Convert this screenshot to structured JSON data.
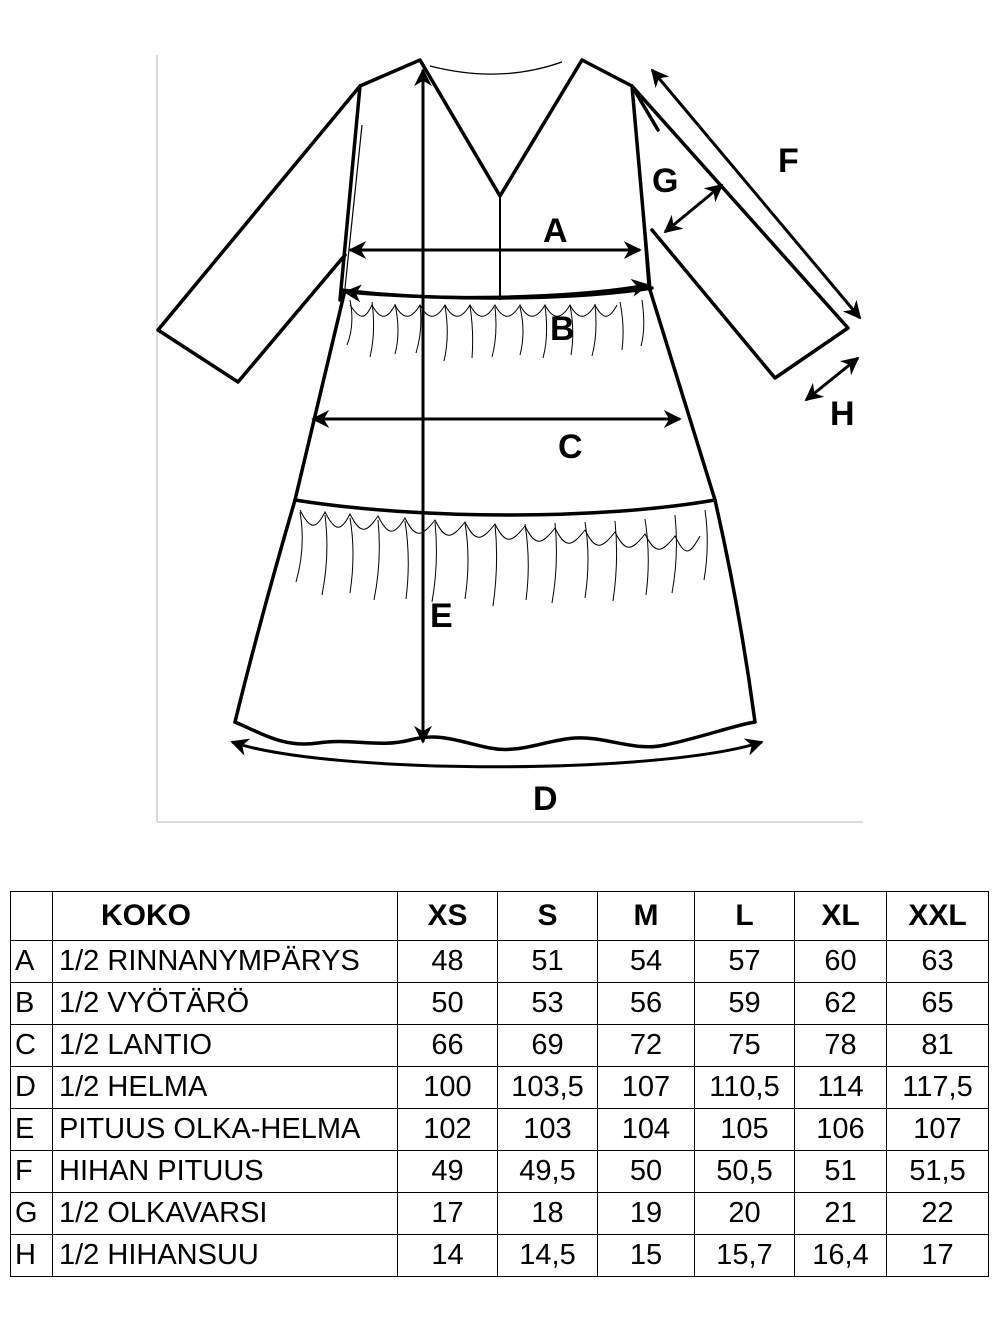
{
  "diagram": {
    "letters": {
      "a": "A",
      "b": "B",
      "c": "C",
      "d": "D",
      "e": "E",
      "f": "F",
      "g": "G",
      "h": "H"
    }
  },
  "table": {
    "header_label": "KOKO",
    "sizes": [
      "XS",
      "S",
      "M",
      "L",
      "XL",
      "XXL"
    ],
    "rows": [
      {
        "key": "A",
        "label": "1/2 RINNANYMPÄRYS",
        "values": [
          "48",
          "51",
          "54",
          "57",
          "60",
          "63"
        ]
      },
      {
        "key": "B",
        "label": "1/2 VYÖTÄRÖ",
        "values": [
          "50",
          "53",
          "56",
          "59",
          "62",
          "65"
        ]
      },
      {
        "key": "C",
        "label": "1/2 LANTIO",
        "values": [
          "66",
          "69",
          "72",
          "75",
          "78",
          "81"
        ]
      },
      {
        "key": "D",
        "label": "1/2 HELMA",
        "values": [
          "100",
          "103,5",
          "107",
          "110,5",
          "114",
          "117,5"
        ]
      },
      {
        "key": "E",
        "label": "PITUUS OLKA-HELMA",
        "values": [
          "102",
          "103",
          "104",
          "105",
          "106",
          "107"
        ]
      },
      {
        "key": "F",
        "label": "HIHAN PITUUS",
        "values": [
          "49",
          "49,5",
          "50",
          "50,5",
          "51",
          "51,5"
        ]
      },
      {
        "key": "G",
        "label": "1/2 OLKAVARSI",
        "values": [
          "17",
          "18",
          "19",
          "20",
          "21",
          "22"
        ]
      },
      {
        "key": "H",
        "label": "1/2 HIHANSUU",
        "values": [
          "14",
          "14,5",
          "15",
          "15,7",
          "16,4",
          "17"
        ]
      }
    ]
  }
}
